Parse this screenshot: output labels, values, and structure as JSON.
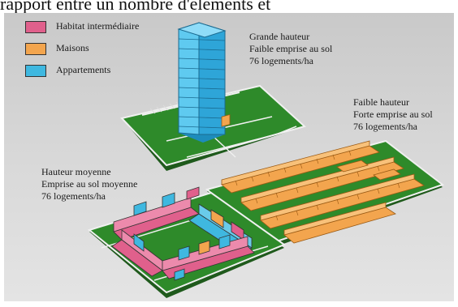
{
  "header_text": "rapport entre un nombre d'éléments et",
  "colors": {
    "habitat_intermediaire": "#e0608c",
    "maisons": "#f3a54e",
    "appartements": "#3fb8e0",
    "ground": "#2e8a2a",
    "background": "#d2d2d2"
  },
  "legend": [
    {
      "label": "Habitat intermédiaire",
      "color": "#e0608c"
    },
    {
      "label": "Maisons",
      "color": "#f3a54e"
    },
    {
      "label": "Appartements",
      "color": "#3fb8e0"
    }
  ],
  "captions": {
    "grande": {
      "line1": "Grande hauteur",
      "line2": "Faible emprise au sol",
      "line3": "76 logements/ha"
    },
    "faible": {
      "line1": "Faible hauteur",
      "line2": "Forte emprise au sol",
      "line3": "76 logements/ha"
    },
    "moyenne": {
      "line1": "Hauteur moyenne",
      "line2": "Emprise au sol moyenne",
      "line3": "76 logements/ha"
    }
  }
}
